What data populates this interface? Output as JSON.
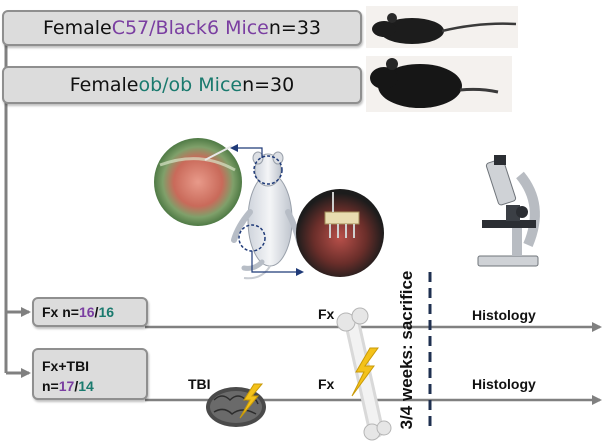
{
  "groups": [
    {
      "prefix": "Female ",
      "strain": "C57/Black6 Mice",
      "count": " n=33",
      "strain_color": "#7a3ea1"
    },
    {
      "prefix": "Female ",
      "strain": "ob/ob Mice",
      "count": " n=30",
      "strain_color": "#1a7a6e"
    }
  ],
  "arms": [
    {
      "name": "Fx",
      "n_prefix": "n=",
      "n_c57": "16",
      "sep": "/",
      "n_obob": "16"
    },
    {
      "name": "Fx+TBI",
      "n_prefix": "n=",
      "n_c57": "17",
      "sep": "/",
      "n_obob": "14"
    }
  ],
  "timeline": {
    "fx_label": "Fx",
    "tbi_label": "TBI",
    "sacrifice_label": "3/4 weeks: sacrifice",
    "histology_label": "Histology"
  },
  "icons": [
    "mouse-icon",
    "surgery-photo",
    "mouse-diagram-icon",
    "fixator-photo",
    "microscope-icon",
    "bone-icon",
    "lightning-icon",
    "brain-icon"
  ],
  "colors": {
    "c57": "#7a3ea1",
    "obob": "#1a7a6e",
    "box_fill": "#dcdcdc",
    "box_border": "#8f8f8f",
    "line": "#808080",
    "dash": "#1f3050"
  }
}
